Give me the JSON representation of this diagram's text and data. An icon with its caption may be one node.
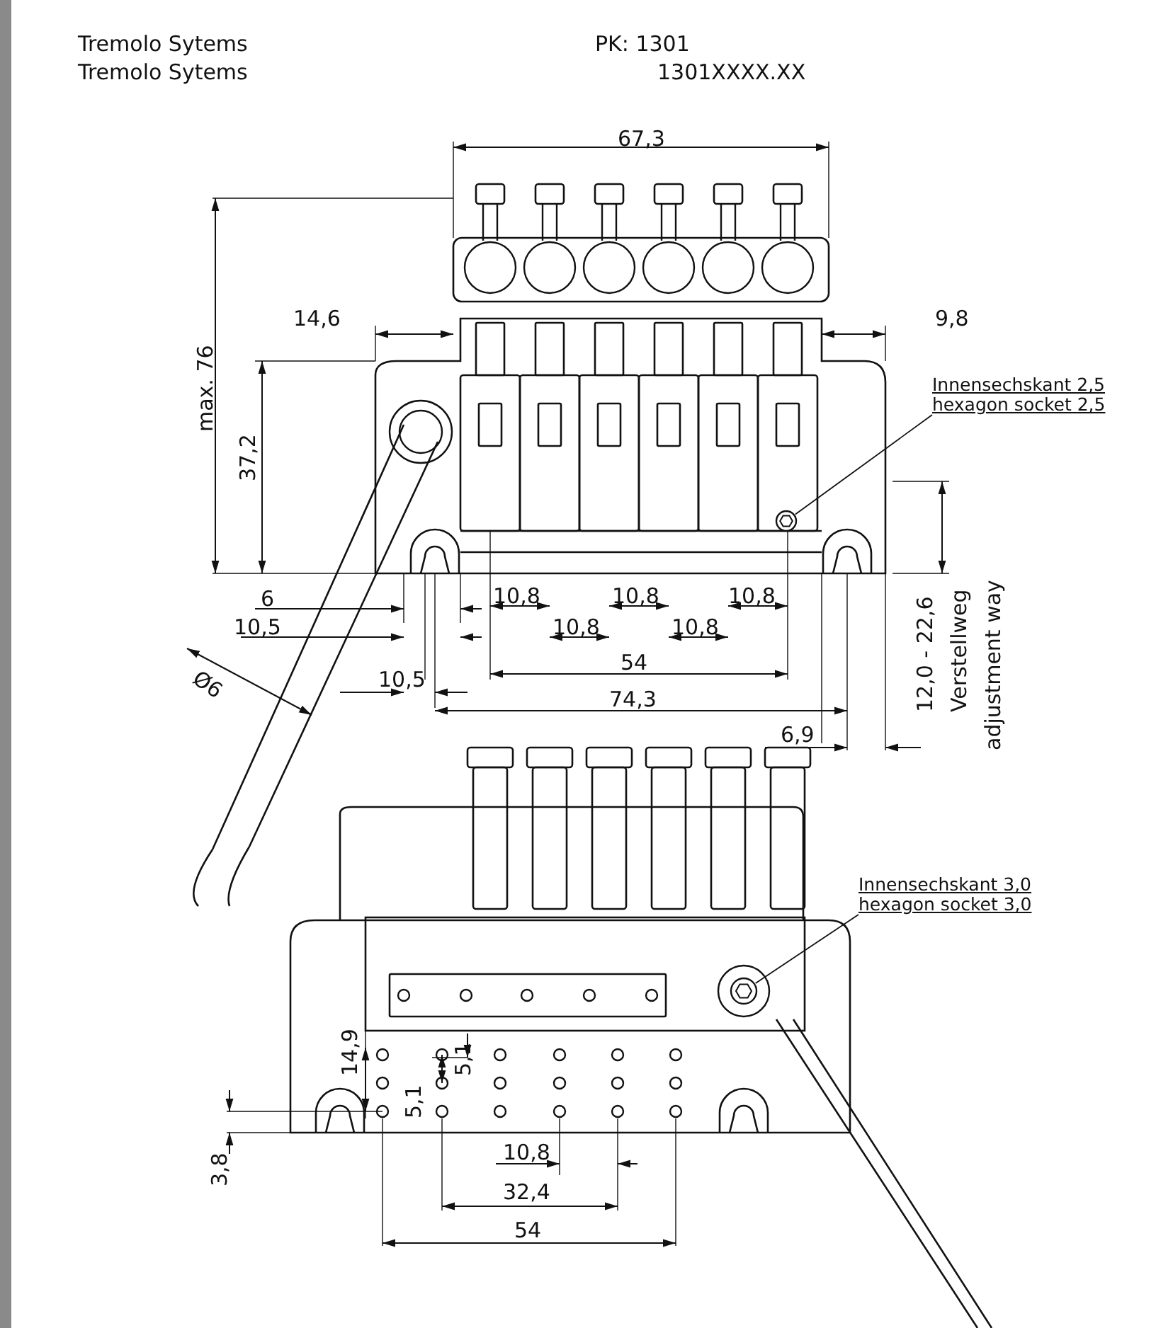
{
  "diagram": {
    "nodes": [
      {
        "text": [
          "Innensechskant  2,5",
          "hexagon socket 2,5"
        ]
      },
      {
        "text": [],
        "shape": "circle"
      },
      {
        "text": [
          "Innensechskant  3,0",
          "hexagon socket 3,0"
        ]
      },
      {
        "text": [],
        "shape": "circle"
      }
    ],
    "edges": [
      {
        "from": 0,
        "to": 1,
        "arrow": "none"
      },
      {
        "from": 2,
        "to": 3,
        "arrow": "none"
      }
    ],
    "labels": [
      "Tremolo Sytems",
      "PK: 1301",
      "Tremolo Sytems",
      "1301XXXX.XX",
      "67,3",
      "max. 76",
      "14,6",
      "9,8",
      "37,2",
      "6",
      "10,8",
      "10,8",
      "10,8",
      "10,5",
      "10,8",
      "10,8",
      "Ø6",
      "54",
      "10,5",
      "74,3",
      "6,9",
      "12,0 - 22,6",
      "Verstellweg",
      "adjustment way",
      "14,9",
      "5,1",
      "5,1",
      "3,8",
      "10,8",
      "32,4",
      "54"
    ]
  }
}
